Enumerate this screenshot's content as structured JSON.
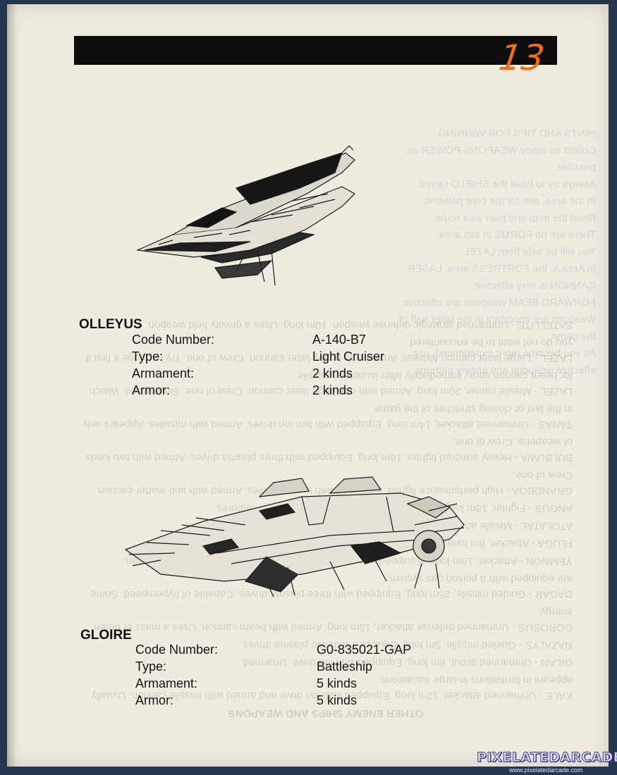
{
  "page": {
    "number": "13"
  },
  "bleed_through": {
    "heading": "OTHER ENEMY SHIPS AND WEAPONS",
    "paragraphs": [
      "KALE - Unmanned attacker, 12m long. Equipped with ion drive and armed with missile cannon. Usually appears in formations in large squadrons.",
      "GILAN - Unmanned scout, 6m long. Equipped with ion drive. Unarmed.",
      "NAZALYS - Guided missile, 5m long. Equipped with two plasma drives.",
      "GOROSUS - Unmanned defense attacker, 15m long. Armed with beam cannon. Uses a mass of beam energy.",
      "DAGAR - Guided missile, 25m long. Equipped with three plasma drives. Capable of hyperspeed. Some are equipped with a poison gas system.",
      "YEMNON - Attacker, 18m long. Equipped with ion drive. Crew of one. Armed with beam cannon.",
      "FLUGA - Attacker, 8m long. Equipped with ion drive. Crew of one.",
      "ATOLATAL - Missile attacker, 20m long. Armed with one large missile. Crew of two.",
      "ANGUS - Fighter, 18m long. Crew of one. Outdated, no remarkable features.",
      "GRANDBOA - High performance fighter. Equipped with two ion drives. Armed with anti-matter cannon. Crew of one.",
      "BULBUWA - Heavy armored fighter, 18m long. Equipped with three plasma drives. Armed with two kinds of weapons. Crew of one.",
      "TANAS - Unmanned attacker, 14m long. Equipped with two ion drives. Armed with missiles. Appears only in the last or closing stretches of the game.",
      "LAZEL - Missile carrier, 20m long. Armed with one large laser cannon. Crew of one. Slow speed. Watch for beam cannon spray immediately after launching missile.",
      "LAZEL - Large laser cannon fortress. Armed with heavy laser cannon. Crew of one. Try to dodge it first if you do not want to be encountered.",
      "SATELLITE - Unmanned strategic defense weapon, 10m long. Uses a gravity field weapon."
    ],
    "reverse_column": [
      "HINTS AND TIPS FOR WINNING",
      "Collect as many WEAPONS POWER as possible.",
      "Always try to have the SHIELD raised.",
      "In the area, aim for the core patterns.",
      "Read the map and plan your route.",
      "There are no FORMS in this area.",
      "You will be safe from LAZEL.",
      "In Area A, the FORTRESS area, LASER CANNON is very effective.",
      "FORWARD BEAM weapons are effective.",
      "Weapons are important in the latter half of the game.",
      "As you become more experienced, use effective weapons and enemy patterns."
    ]
  },
  "ships": [
    {
      "name": "OLLEYUS",
      "specs": [
        {
          "label": "Code Number:",
          "value": "A-140-B7"
        },
        {
          "label": "Type:",
          "value": "Light Cruiser"
        },
        {
          "label": "Armament:",
          "value": "2 kinds"
        },
        {
          "label": "Armor:",
          "value": "2 kinds"
        }
      ]
    },
    {
      "name": "GLOIRE",
      "specs": [
        {
          "label": "Code Number:",
          "value": "G0-835021-GAP"
        },
        {
          "label": "Type:",
          "value": "Battleship"
        },
        {
          "label": "Armament:",
          "value": "5 kinds"
        },
        {
          "label": "Armor:",
          "value": "5 kinds"
        }
      ]
    }
  ],
  "watermark": {
    "title": "PIXELATEDARCADE",
    "url": "www.pixelatedarcade.com"
  },
  "colors": {
    "page": "#efebe1",
    "background": "#23354f",
    "bar": "#0d0d0d",
    "page_number": "#ee6d1c"
  }
}
